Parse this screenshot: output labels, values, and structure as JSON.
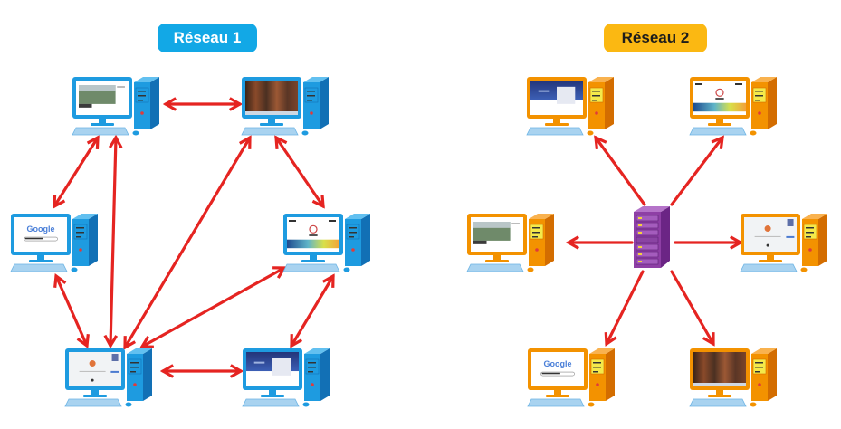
{
  "networks": [
    {
      "title": "Réseau 1",
      "topology": "mesh (peer-to-peer)",
      "badge_color": "#12a8e6",
      "badge_text_color": "#ffffff",
      "computer_color": "#1e9be0",
      "computers": [
        {
          "id": "r1-top-left",
          "screen": "photo-website"
        },
        {
          "id": "r1-top-right",
          "screen": "bookshelf-photo"
        },
        {
          "id": "r1-mid-left",
          "screen": "google-search"
        },
        {
          "id": "r1-mid-right",
          "screen": "logo-website-rainbow"
        },
        {
          "id": "r1-bottom-left",
          "screen": "white-homepage"
        },
        {
          "id": "r1-bottom-right",
          "screen": "blue-website"
        }
      ],
      "links": [
        [
          "r1-top-left",
          "r1-top-right"
        ],
        [
          "r1-top-left",
          "r1-mid-left"
        ],
        [
          "r1-top-left",
          "r1-bottom-left"
        ],
        [
          "r1-top-right",
          "r1-mid-right"
        ],
        [
          "r1-top-right",
          "r1-bottom-left"
        ],
        [
          "r1-mid-left",
          "r1-bottom-left"
        ],
        [
          "r1-mid-right",
          "r1-bottom-left"
        ],
        [
          "r1-mid-right",
          "r1-bottom-right"
        ],
        [
          "r1-bottom-left",
          "r1-bottom-right"
        ]
      ]
    },
    {
      "title": "Réseau 2",
      "topology": "star (client-server)",
      "badge_color": "#fbb812",
      "badge_text_color": "#1d1d1b",
      "computer_color": "#f39200",
      "server": {
        "id": "r2-server",
        "color": "#8e3fa5"
      },
      "computers": [
        {
          "id": "r2-top-left",
          "screen": "blue-website"
        },
        {
          "id": "r2-top-right",
          "screen": "logo-website-rainbow"
        },
        {
          "id": "r2-mid-left",
          "screen": "photo-website"
        },
        {
          "id": "r2-mid-right",
          "screen": "white-homepage"
        },
        {
          "id": "r2-bottom-left",
          "screen": "google-search"
        },
        {
          "id": "r2-bottom-right",
          "screen": "bookshelf-photo"
        }
      ],
      "links": [
        [
          "r2-server",
          "r2-top-left"
        ],
        [
          "r2-server",
          "r2-top-right"
        ],
        [
          "r2-server",
          "r2-mid-left"
        ],
        [
          "r2-server",
          "r2-mid-right"
        ],
        [
          "r2-server",
          "r2-bottom-left"
        ],
        [
          "r2-server",
          "r2-bottom-right"
        ]
      ]
    }
  ],
  "screen_texts": {
    "google_logo": "Google"
  },
  "arrow_color": "#e52421"
}
